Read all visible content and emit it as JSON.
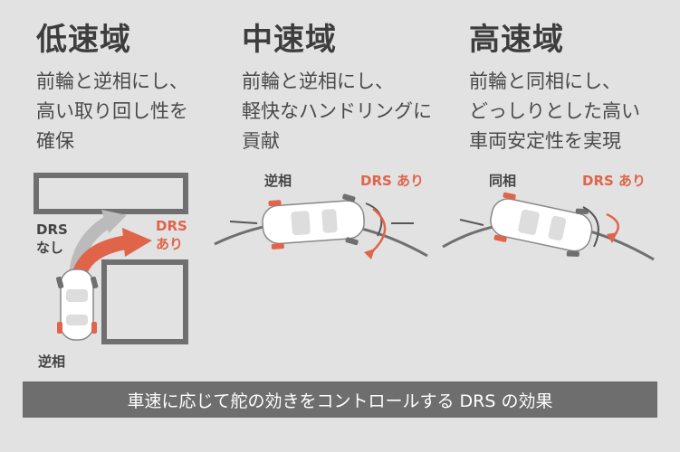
{
  "columns": [
    {
      "title": "低速域",
      "desc": "前輪と逆相にし、\n高い取り回し性を\n確保"
    },
    {
      "title": "中速域",
      "desc": "前輪と逆相にし、\n軽快なハンドリングに\n貢献"
    },
    {
      "title": "高速域",
      "desc": "前輪と同相にし、\nどっしりとした高い\n車両安定性を実現"
    }
  ],
  "labels": {
    "low_drs_off": "DRS\nなし",
    "low_drs_on": "DRS\nあり",
    "low_phase": "逆相",
    "mid_phase": "逆相",
    "mid_drs_on": "DRS あり",
    "high_phase": "同相",
    "high_drs_on": "DRS あり"
  },
  "footer": {
    "caption": "車速に応じて舵の効きをコントロールする DRS の効果"
  },
  "colors": {
    "accent": "#e0644a",
    "road": "#6f6f6f",
    "background": "#e2e2e2",
    "banner": "#6e6e6e"
  }
}
